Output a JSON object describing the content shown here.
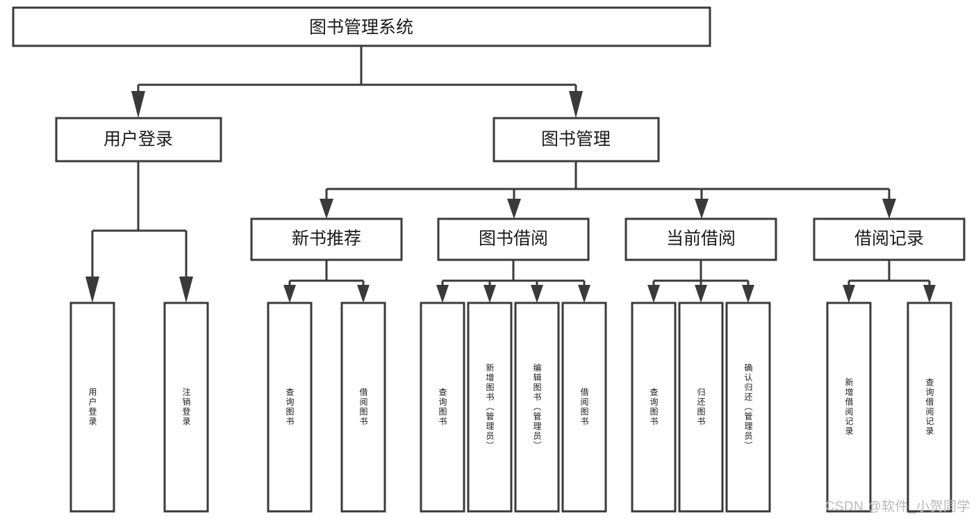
{
  "diagram": {
    "type": "tree-hierarchy",
    "title": "图书管理系统",
    "orientation": "top-down",
    "colors": {
      "box_stroke": "#3a3a3a",
      "box_fill": "#ffffff",
      "connector": "#3a3a3a",
      "text": "#1a1a1a",
      "watermark": "#b9b9b9",
      "background": "#ffffff"
    },
    "root": {
      "label": "图书管理系统",
      "name": "node-root-library-management-system"
    },
    "level2": [
      {
        "label": "用户登录",
        "name": "node-user-login"
      },
      {
        "label": "图书管理",
        "name": "node-book-management"
      }
    ],
    "level3": [
      {
        "label": "新书推荐",
        "name": "node-new-book-recommendation"
      },
      {
        "label": "图书借阅",
        "name": "node-book-borrowing"
      },
      {
        "label": "当前借阅",
        "name": "node-current-borrowing"
      },
      {
        "label": "借阅记录",
        "name": "node-borrowing-records"
      }
    ],
    "leaves": {
      "user_login": [
        {
          "label": "用户登录",
          "name": "leaf-user-login"
        },
        {
          "label": "注销登录",
          "name": "leaf-logout"
        }
      ],
      "new_book_recommendation": [
        {
          "label": "查询图书",
          "name": "leaf-query-books-recommend"
        },
        {
          "label": "借阅图书",
          "name": "leaf-borrow-books-recommend"
        }
      ],
      "book_borrowing": [
        {
          "label": "查询图书",
          "name": "leaf-query-books-borrow"
        },
        {
          "label": "新增图书（管理员）",
          "name": "leaf-add-book-admin"
        },
        {
          "label": "编辑图书（管理员）",
          "name": "leaf-edit-book-admin"
        },
        {
          "label": "借阅图书",
          "name": "leaf-borrow-books"
        }
      ],
      "current_borrowing": [
        {
          "label": "查询图书",
          "name": "leaf-query-books-current"
        },
        {
          "label": "归还图书",
          "name": "leaf-return-books"
        },
        {
          "label": "确认归还（管理员）",
          "name": "leaf-confirm-return-admin"
        }
      ],
      "borrowing_records": [
        {
          "label": "新增借阅记录",
          "name": "leaf-add-borrow-record"
        },
        {
          "label": "查询借阅记录",
          "name": "leaf-query-borrow-record"
        }
      ]
    }
  },
  "watermark": {
    "text": "CSDN @软件_小贺同学"
  }
}
